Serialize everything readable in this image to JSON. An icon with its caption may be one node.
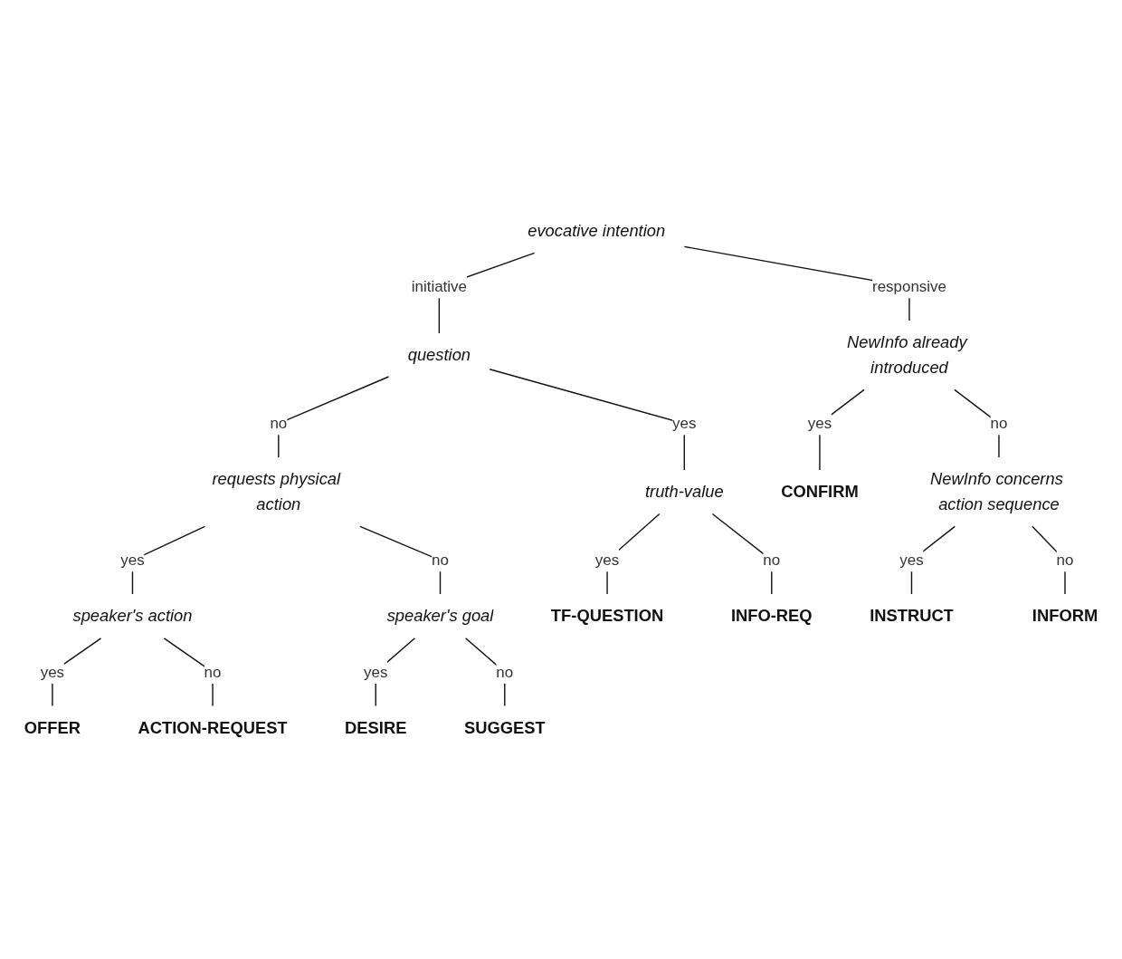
{
  "diagram": {
    "nodes": [
      {
        "text": [
          "evocative intention"
        ]
      },
      {
        "text": [
          "question"
        ]
      },
      {
        "text": [
          "NewInfo already introduced"
        ]
      },
      {
        "text": [
          "requests physical action"
        ]
      },
      {
        "text": [
          "truth-value"
        ]
      },
      {
        "text": [
          "CONFIRM"
        ]
      },
      {
        "text": [
          "NewInfo concerns action sequence"
        ]
      },
      {
        "text": [
          "speaker's action"
        ]
      },
      {
        "text": [
          "speaker's goal"
        ]
      },
      {
        "text": [
          "TF-QUESTION"
        ]
      },
      {
        "text": [
          "INFO-REQ"
        ]
      },
      {
        "text": [
          "INSTRUCT"
        ]
      },
      {
        "text": [
          "INFORM"
        ]
      },
      {
        "text": [
          "OFFER"
        ]
      },
      {
        "text": [
          "ACTION-REQUEST"
        ]
      },
      {
        "text": [
          "DESIRE"
        ]
      },
      {
        "text": [
          "SUGGEST"
        ]
      }
    ],
    "edges": [
      {
        "from": 0,
        "to": 1,
        "arrow": "none",
        "label": "initiative"
      },
      {
        "from": 0,
        "to": 2,
        "arrow": "none",
        "label": "responsive"
      },
      {
        "from": 1,
        "to": 3,
        "arrow": "none",
        "label": "no"
      },
      {
        "from": 1,
        "to": 4,
        "arrow": "none",
        "label": "yes"
      },
      {
        "from": 2,
        "to": 5,
        "arrow": "none",
        "label": "yes"
      },
      {
        "from": 2,
        "to": 6,
        "arrow": "none",
        "label": "no"
      },
      {
        "from": 3,
        "to": 7,
        "arrow": "none",
        "label": "yes"
      },
      {
        "from": 3,
        "to": 8,
        "arrow": "none",
        "label": "no"
      },
      {
        "from": 4,
        "to": 9,
        "arrow": "none",
        "label": "yes"
      },
      {
        "from": 4,
        "to": 10,
        "arrow": "none",
        "label": "no"
      },
      {
        "from": 6,
        "to": 11,
        "arrow": "none",
        "label": "yes"
      },
      {
        "from": 6,
        "to": 12,
        "arrow": "none",
        "label": "no"
      },
      {
        "from": 7,
        "to": 13,
        "arrow": "none",
        "label": "yes"
      },
      {
        "from": 7,
        "to": 14,
        "arrow": "none",
        "label": "no"
      },
      {
        "from": 8,
        "to": 15,
        "arrow": "none",
        "label": "yes"
      },
      {
        "from": 8,
        "to": 16,
        "arrow": "none",
        "label": "no"
      }
    ]
  }
}
